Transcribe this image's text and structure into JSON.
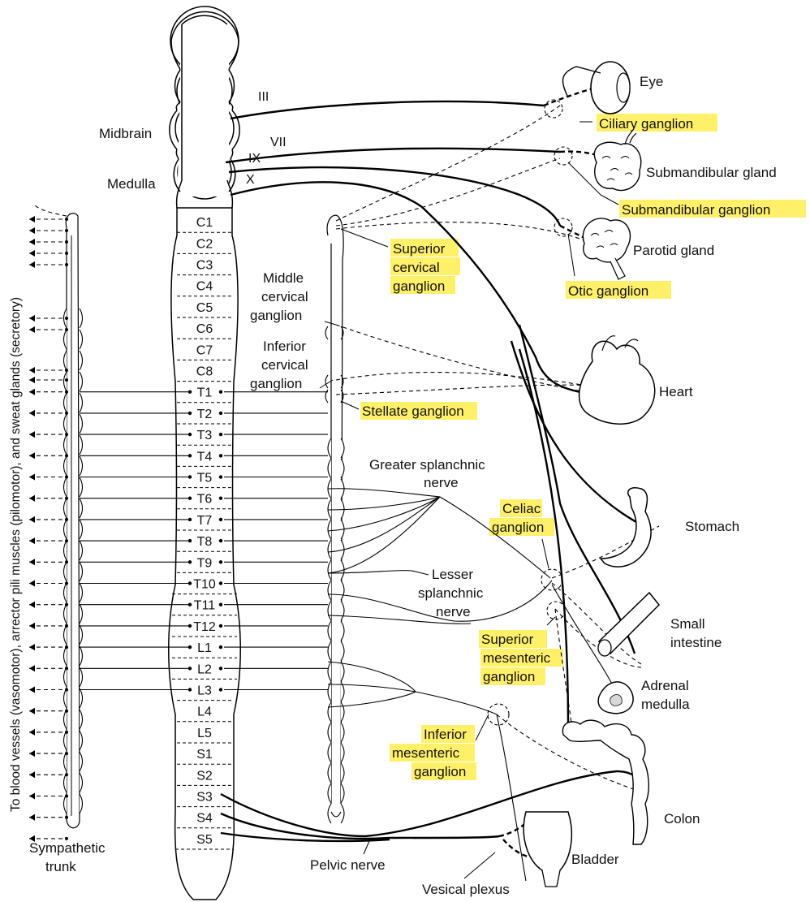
{
  "highlight_color": "#fff06a",
  "cord": {
    "brain_labels": {
      "midbrain": "Midbrain",
      "medulla": "Medulla"
    },
    "segments": [
      "C1",
      "C2",
      "C3",
      "C4",
      "C5",
      "C6",
      "C7",
      "C8",
      "T1",
      "T2",
      "T3",
      "T4",
      "T5",
      "T6",
      "T7",
      "T8",
      "T9",
      "T10",
      "T11",
      "T12",
      "L1",
      "L2",
      "L3",
      "L4",
      "L5",
      "S1",
      "S2",
      "S3",
      "S4",
      "S5"
    ]
  },
  "cranial_nerves": {
    "III": "III",
    "VII": "VII",
    "IX": "IX",
    "X": "X"
  },
  "ganglia": {
    "ciliary": "Ciliary ganglion",
    "submandibular": "Submandibular ganglion",
    "superior_cervical": [
      "Superior",
      "cervical",
      "ganglion"
    ],
    "otic": "Otic ganglion",
    "middle_cervical": [
      "Middle",
      "cervical",
      "ganglion"
    ],
    "inferior_cervical": [
      "Inferior",
      "cervical",
      "ganglion"
    ],
    "stellate": "Stellate ganglio",
    "stellate_suffix": "n",
    "celiac": [
      "Celiac",
      "ganglion"
    ],
    "superior_mesenteric": [
      "Superior",
      "mesenteric",
      "ganglion"
    ],
    "inferior_mesenteric": [
      "Inferior",
      "mesenteric",
      "ganglion"
    ]
  },
  "nerves": {
    "greater_splanchnic": [
      "Greater splanchnic",
      "nerve"
    ],
    "lesser_splanchnic": [
      "Lesser",
      "splanchnic",
      "nerve"
    ],
    "pelvic": "Pelvic nerve",
    "vesical": "Vesical plexus"
  },
  "organs": {
    "eye": "Eye",
    "submandibular_gland": "Submandibular gland",
    "parotid_gland": "Parotid gland",
    "heart": "Heart",
    "stomach": "Stomach",
    "small_intestine": [
      "Small",
      "intestine"
    ],
    "adrenal_medulla": [
      "Adrenal",
      "medulla"
    ],
    "colon": "Colon",
    "bladder": "Bladder"
  },
  "sympathetic_trunk": [
    "Sympathetic",
    "trunk"
  ],
  "side_caption": "To blood vessels (vasomotor), arrector pili muscles (pilomotor), and sweat glands (secretory)"
}
